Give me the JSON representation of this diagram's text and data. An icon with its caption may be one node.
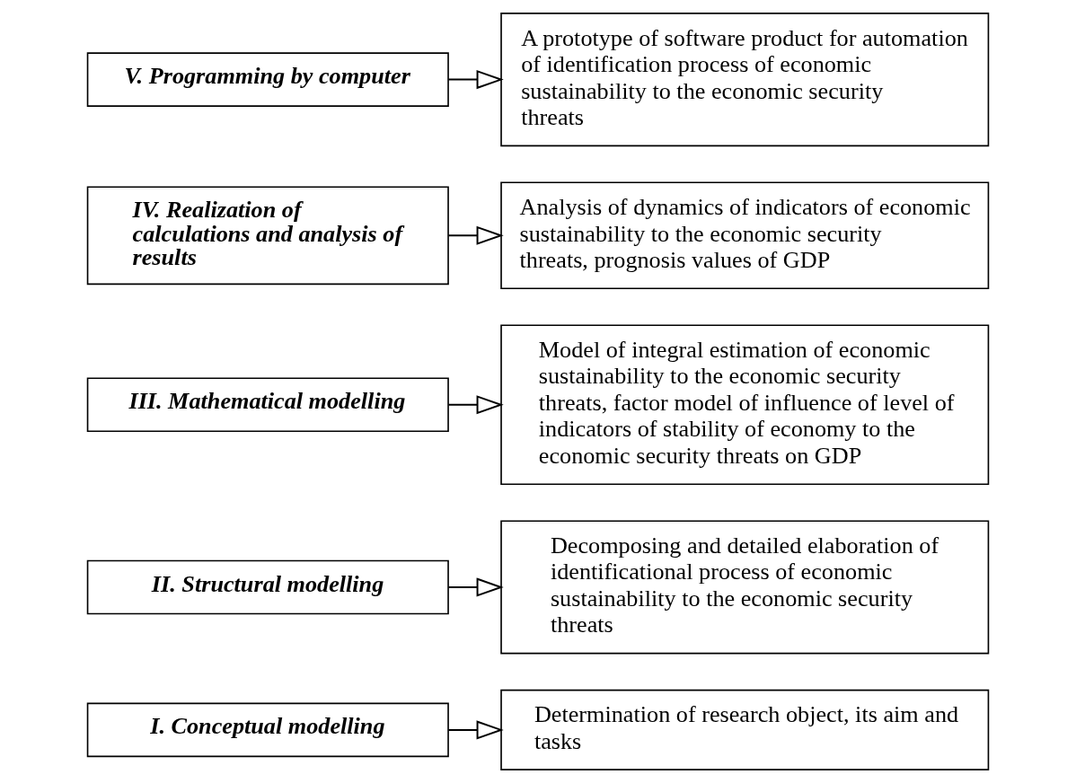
{
  "diagram": {
    "nodes": [
      {
        "text": [
          "I. Conceptual modelling"
        ]
      },
      {
        "text": [
          "Determination of research object, its aim and tasks"
        ]
      },
      {
        "text": [
          "II. Structural modelling"
        ]
      },
      {
        "text": [
          "Decomposing and detailed elaboration of identificational process of economic sustainability to the economic security threats"
        ]
      },
      {
        "text": [
          "III. Mathematical modelling"
        ]
      },
      {
        "text": [
          "Model of integral estimation of economic sustainability to the economic security threats, factor model of influence of level of indicators of stability of economy to the economic security threats on GDP"
        ]
      },
      {
        "text": [
          "IV. Realization of calculations and analysis of results"
        ]
      },
      {
        "text": [
          "Analysis of dynamics of indicators of economic sustainability to the economic security threats, prognosis values of GDP"
        ]
      },
      {
        "text": [
          "V. Programming by computer"
        ]
      },
      {
        "text": [
          "A prototype of software product for automation of identification process of economic sustainability to the economic security threats"
        ]
      }
    ],
    "edges": [
      {
        "from": 0,
        "to": 1,
        "arrow": "to"
      },
      {
        "from": 2,
        "to": 3,
        "arrow": "to"
      },
      {
        "from": 4,
        "to": 5,
        "arrow": "to"
      },
      {
        "from": 6,
        "to": 7,
        "arrow": "to"
      },
      {
        "from": 8,
        "to": 9,
        "arrow": "to"
      }
    ]
  }
}
